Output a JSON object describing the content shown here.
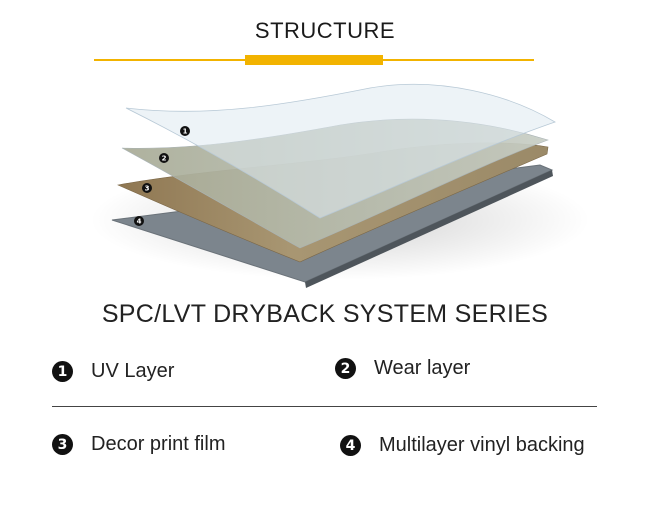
{
  "header": {
    "title": "STRUCTURE"
  },
  "subtitle": "SPC/LVT DRYBACK SYSTEM SERIES",
  "diagram_markers": [
    "1",
    "2",
    "3",
    "4"
  ],
  "legend": [
    {
      "num": "1",
      "label": "UV Layer"
    },
    {
      "num": "2",
      "label": "Wear layer"
    },
    {
      "num": "3",
      "label": "Decor print film"
    },
    {
      "num": "4",
      "label": "Multilayer vinyl backing"
    }
  ],
  "colors": {
    "accent": "#f2b300",
    "uv_layer": "#d7e3ec",
    "wear_layer": "#c9d6d9",
    "decor_film": "#a08a62",
    "backing": "#7c858d"
  }
}
